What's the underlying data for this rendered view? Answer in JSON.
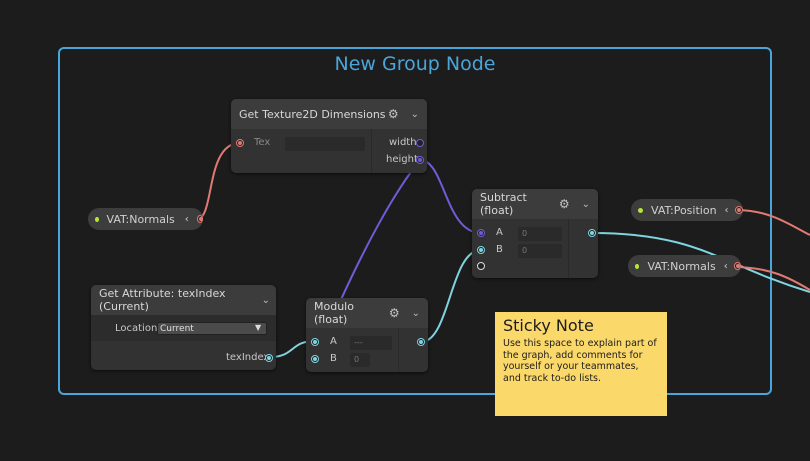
{
  "group": {
    "title": "New Group Node"
  },
  "texture_node": {
    "title": "Get Texture2D Dimensions",
    "input_tex": "Tex",
    "output_width": "width",
    "output_height": "height"
  },
  "vat_normals_left": {
    "label": "VAT:Normals"
  },
  "subtract_node": {
    "title": "Subtract (float)",
    "input_a": "A",
    "input_b": "B",
    "value_a": "0",
    "value_b": "0"
  },
  "vat_position_right": {
    "label": "VAT:Position"
  },
  "vat_normals_right": {
    "label": "VAT:Normals"
  },
  "attribute_node": {
    "title": "Get Attribute: texIndex (Current)",
    "location_label": "Location",
    "location_value": "Current",
    "output": "texIndex"
  },
  "modulo_node": {
    "title": "Modulo (float)",
    "input_a": "A",
    "input_b": "B",
    "value_a": "---",
    "value_b": "0"
  },
  "sticky_note": {
    "title": "Sticky Note",
    "body": "Use this space to explain part of the graph, add comments for yourself or your teammates, and track to-do lists."
  },
  "colors": {
    "group_border": "#4aa5db",
    "texture_wire": "#e07a72",
    "float_wire": "#7fd4e0",
    "uint_wire": "#6f5cd6",
    "sticky": "#fbd86a"
  },
  "icons": {
    "settings": "gear-icon",
    "collapse": "chevron-down-icon",
    "collapse_pill": "chevron-left-icon"
  }
}
